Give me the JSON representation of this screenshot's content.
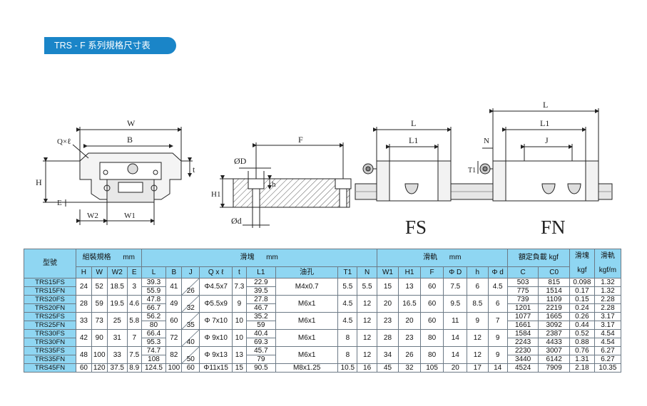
{
  "header": {
    "title": "TRS - F 系列規格尺寸表"
  },
  "drawing_labels": {
    "W": "W",
    "B": "B",
    "Qxl": "Q×ℓ",
    "t": "t",
    "H": "H",
    "E": "E",
    "W2": "W2",
    "W1": "W1",
    "phiD": "ØD",
    "F": "F",
    "h": "h",
    "H1": "H1",
    "phid": "Ød",
    "L": "L",
    "L1": "L1",
    "T1": "T1",
    "N": "N",
    "J": "J",
    "FS": "FS",
    "FN": "FN"
  },
  "table": {
    "group_headers": {
      "model": "型號",
      "assembly": "組裝規格",
      "assembly_unit": "mm",
      "block": "滑塊",
      "block_unit": "mm",
      "rail": "滑軌",
      "rail_unit": "mm",
      "load": "額定負載 kgf",
      "block_weight": "滑塊",
      "block_weight_unit": "kgf",
      "rail_weight": "滑軌",
      "rail_weight_unit": "kgf/m"
    },
    "columns": [
      "H",
      "W",
      "W2",
      "E",
      "L",
      "B",
      "J",
      "Q x ℓ",
      "t",
      "L1",
      "油孔",
      "T1",
      "N",
      "W1",
      "H1",
      "F",
      "Φ D",
      "h",
      "Φ d",
      "C",
      "C0"
    ],
    "groups": [
      {
        "models": [
          "TRS15FS",
          "TRS15FN"
        ],
        "H": "24",
        "W": "52",
        "W2": "18.5",
        "E": "3",
        "L": [
          "39.3",
          "55.9"
        ],
        "B": "41",
        "J": [
          "",
          "26"
        ],
        "Q": "Φ4.5x7",
        "t": "7.3",
        "L1": [
          "22.9",
          "39.5"
        ],
        "oil": "M4x0.7",
        "T1": "5.5",
        "N": "5.5",
        "W1": "15",
        "H1": "13",
        "F": "60",
        "PhiD": "7.5",
        "h": "6",
        "Phid": "4.5",
        "C": [
          "503",
          "775"
        ],
        "C0": [
          "815",
          "1514"
        ],
        "bw": [
          "0.098",
          "0.17"
        ],
        "rw": [
          "1.32",
          "1.32"
        ]
      },
      {
        "models": [
          "TRS20FS",
          "TRS20FN"
        ],
        "H": "28",
        "W": "59",
        "W2": "19.5",
        "E": "4.6",
        "L": [
          "47.8",
          "66.7"
        ],
        "B": "49",
        "J": [
          "",
          "32"
        ],
        "Q": "Φ5.5x9",
        "t": "9",
        "L1": [
          "27.8",
          "46.7"
        ],
        "oil": "M6x1",
        "T1": "4.5",
        "N": "12",
        "W1": "20",
        "H1": "16.5",
        "F": "60",
        "PhiD": "9.5",
        "h": "8.5",
        "Phid": "6",
        "C": [
          "739",
          "1201"
        ],
        "C0": [
          "1109",
          "2219"
        ],
        "bw": [
          "0.15",
          "0.24"
        ],
        "rw": [
          "2.28",
          "2.28"
        ]
      },
      {
        "models": [
          "TRS25FS",
          "TRS25FN"
        ],
        "H": "33",
        "W": "73",
        "W2": "25",
        "E": "5.8",
        "L": [
          "56.2",
          "80"
        ],
        "B": "60",
        "J": [
          "",
          "35"
        ],
        "Q": "Φ 7x10",
        "t": "10",
        "L1": [
          "35.2",
          "59"
        ],
        "oil": "M6x1",
        "T1": "4.5",
        "N": "12",
        "W1": "23",
        "H1": "20",
        "F": "60",
        "PhiD": "11",
        "h": "9",
        "Phid": "7",
        "C": [
          "1077",
          "1661"
        ],
        "C0": [
          "1665",
          "3092"
        ],
        "bw": [
          "0.26",
          "0.44"
        ],
        "rw": [
          "3.17",
          "3.17"
        ]
      },
      {
        "models": [
          "TRS30FS",
          "TRS30FN"
        ],
        "H": "42",
        "W": "90",
        "W2": "31",
        "E": "7",
        "L": [
          "66.4",
          "95.3"
        ],
        "B": "72",
        "J": [
          "",
          "40"
        ],
        "Q": "Φ 9x10",
        "t": "10",
        "L1": [
          "40.4",
          "69.3"
        ],
        "oil": "M6x1",
        "T1": "8",
        "N": "12",
        "W1": "28",
        "H1": "23",
        "F": "80",
        "PhiD": "14",
        "h": "12",
        "Phid": "9",
        "C": [
          "1584",
          "2243"
        ],
        "C0": [
          "2387",
          "4433"
        ],
        "bw": [
          "0.52",
          "0.88"
        ],
        "rw": [
          "4.54",
          "4.54"
        ]
      },
      {
        "models": [
          "TRS35FS",
          "TRS35FN"
        ],
        "H": "48",
        "W": "100",
        "W2": "33",
        "E": "7.5",
        "L": [
          "74.7",
          "108"
        ],
        "B": "82",
        "J": [
          "",
          "50"
        ],
        "Q": "Φ 9x13",
        "t": "13",
        "L1": [
          "45.7",
          "79"
        ],
        "oil": "M6x1",
        "T1": "8",
        "N": "12",
        "W1": "34",
        "H1": "26",
        "F": "80",
        "PhiD": "14",
        "h": "12",
        "Phid": "9",
        "C": [
          "2230",
          "3440"
        ],
        "C0": [
          "3007",
          "6142"
        ],
        "bw": [
          "0.76",
          "1.31"
        ],
        "rw": [
          "6.27",
          "6.27"
        ]
      }
    ],
    "last_row": {
      "model": "TRS45FN",
      "H": "60",
      "W": "120",
      "W2": "37.5",
      "E": "8.9",
      "L": "124.5",
      "B": "100",
      "J": "60",
      "Q": "Φ11x15",
      "t": "15",
      "L1": "90.5",
      "oil": "M8x1.25",
      "T1": "10.5",
      "N": "16",
      "W1": "45",
      "H1": "32",
      "F": "105",
      "PhiD": "20",
      "h": "17",
      "Phid": "14",
      "C": "4524",
      "C0": "7909",
      "bw": "2.18",
      "rw": "10.35"
    }
  },
  "colors": {
    "accent": "#1a85c8",
    "header_bg": "#8fd6f2"
  }
}
